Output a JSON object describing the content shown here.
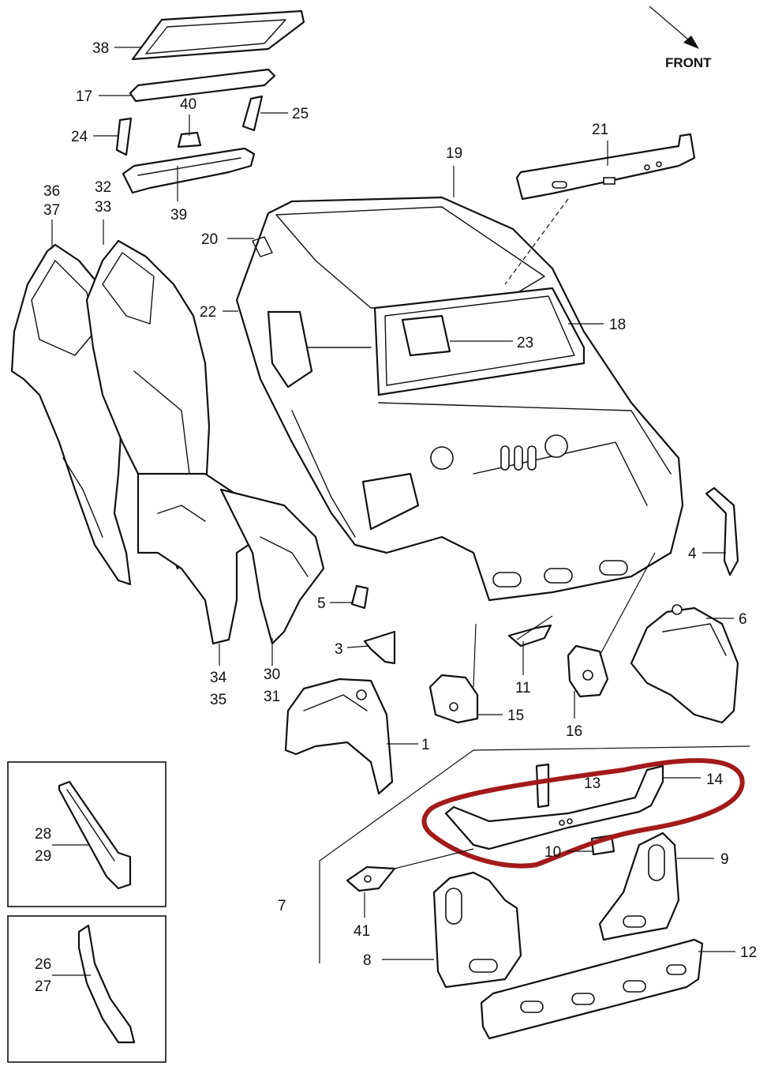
{
  "diagram": {
    "front_indicator": {
      "label": "FRONT"
    },
    "callouts": {
      "c1": "1",
      "c3": "3",
      "c4": "4",
      "c5": "5",
      "c6": "6",
      "c7": "7",
      "c8": "8",
      "c9": "9",
      "c10": "10",
      "c11": "11",
      "c12": "12",
      "c13": "13",
      "c14": "14",
      "c15": "15",
      "c16": "16",
      "c17": "17",
      "c18": "18",
      "c19": "19",
      "c20": "20",
      "c21": "21",
      "c22": "22",
      "c23": "23",
      "c24": "24",
      "c25": "25",
      "c26": "26",
      "c27": "27",
      "c28": "28",
      "c29": "29",
      "c30": "30",
      "c31": "31",
      "c32": "32",
      "c33": "33",
      "c34": "34",
      "c35": "35",
      "c36": "36",
      "c37": "37",
      "c38": "38",
      "c39": "39",
      "c40": "40",
      "c41": "41"
    },
    "highlight_color": "#a31a1a"
  }
}
